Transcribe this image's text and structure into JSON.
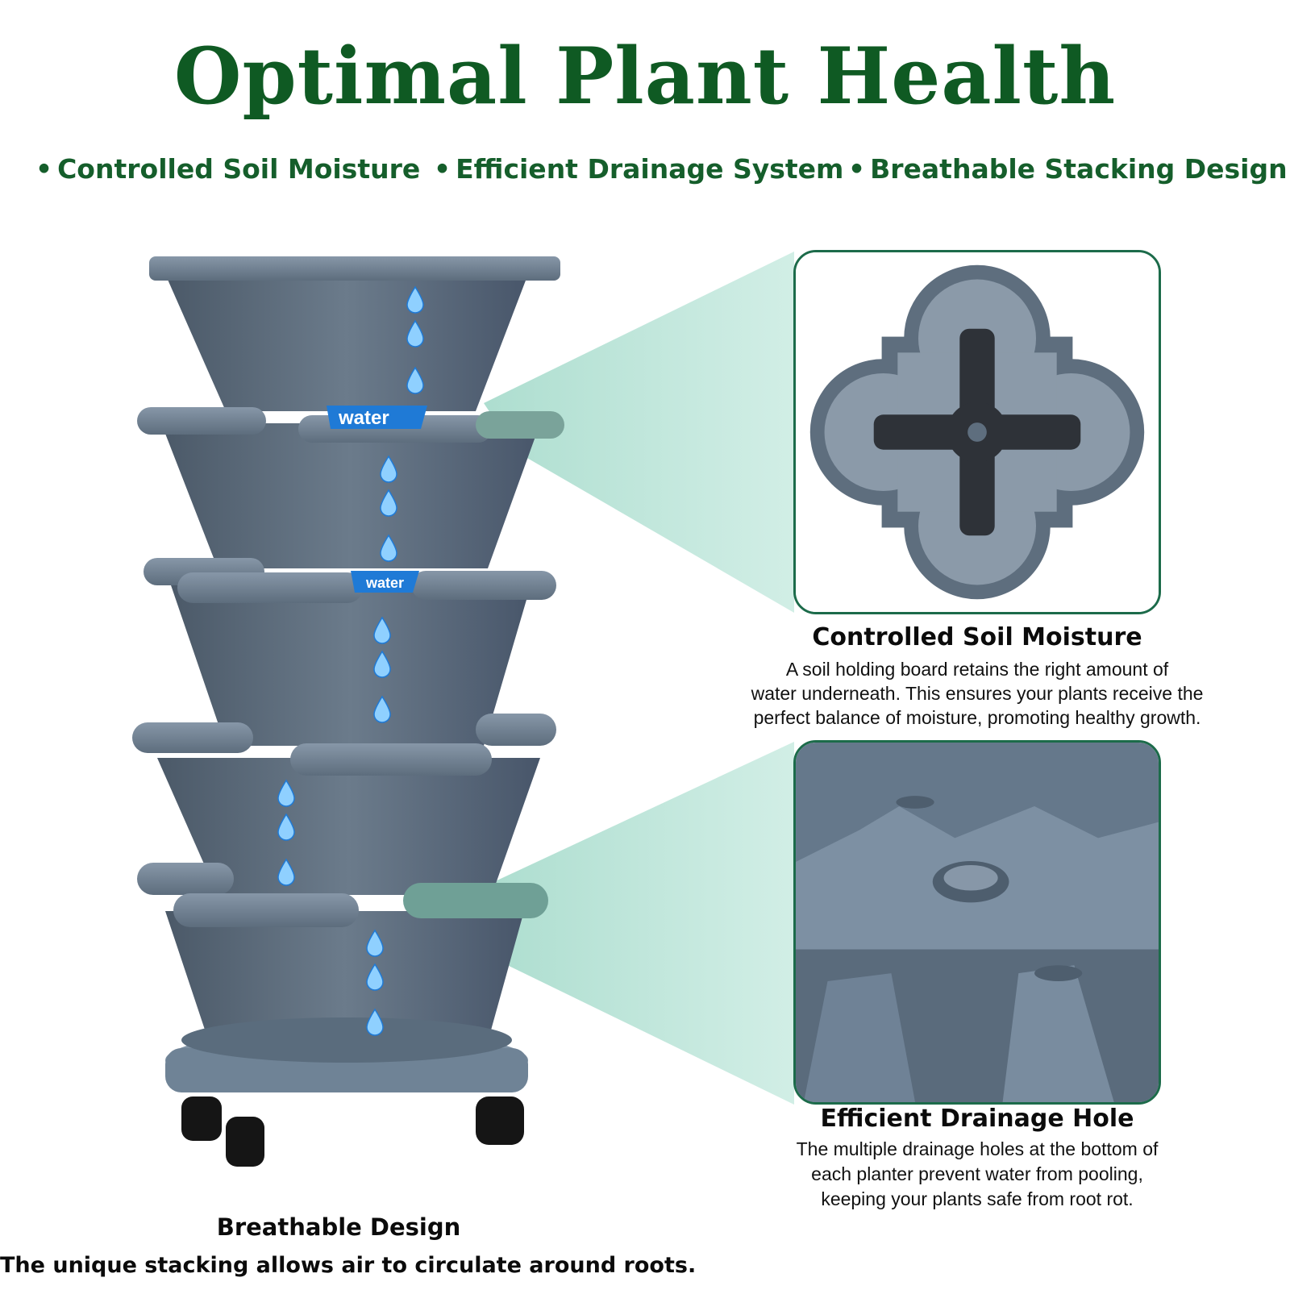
{
  "title": "Optimal Plant Health",
  "features": [
    "Controlled Soil Moisture",
    "Efficient Drainage System",
    "Breathable Stacking Design"
  ],
  "bullet_glyph": "•",
  "tower_labels": [
    "water",
    "water"
  ],
  "panel_top": {
    "heading": "Controlled Soil Moisture",
    "lines": [
      "A soil holding board retains the right amount of",
      "water underneath. This ensures your plants receive the",
      "perfect balance of moisture, promoting healthy growth."
    ]
  },
  "panel_bottom": {
    "heading": "Efficient Drainage Hole",
    "lines": [
      "The multiple drainage holes at the bottom of",
      "each planter prevent water from pooling,",
      "keeping your plants safe from root rot."
    ]
  },
  "footer": {
    "heading": "Breathable Design",
    "text": "The unique stacking allows air to circulate around roots."
  },
  "colors": {
    "title_green": "#0f5a23",
    "panel_border": "#1c6b4a",
    "planter_gray": "#5b6b7a",
    "water_blue": "#1f7ad6",
    "beam_mint": "#a9dccd"
  }
}
